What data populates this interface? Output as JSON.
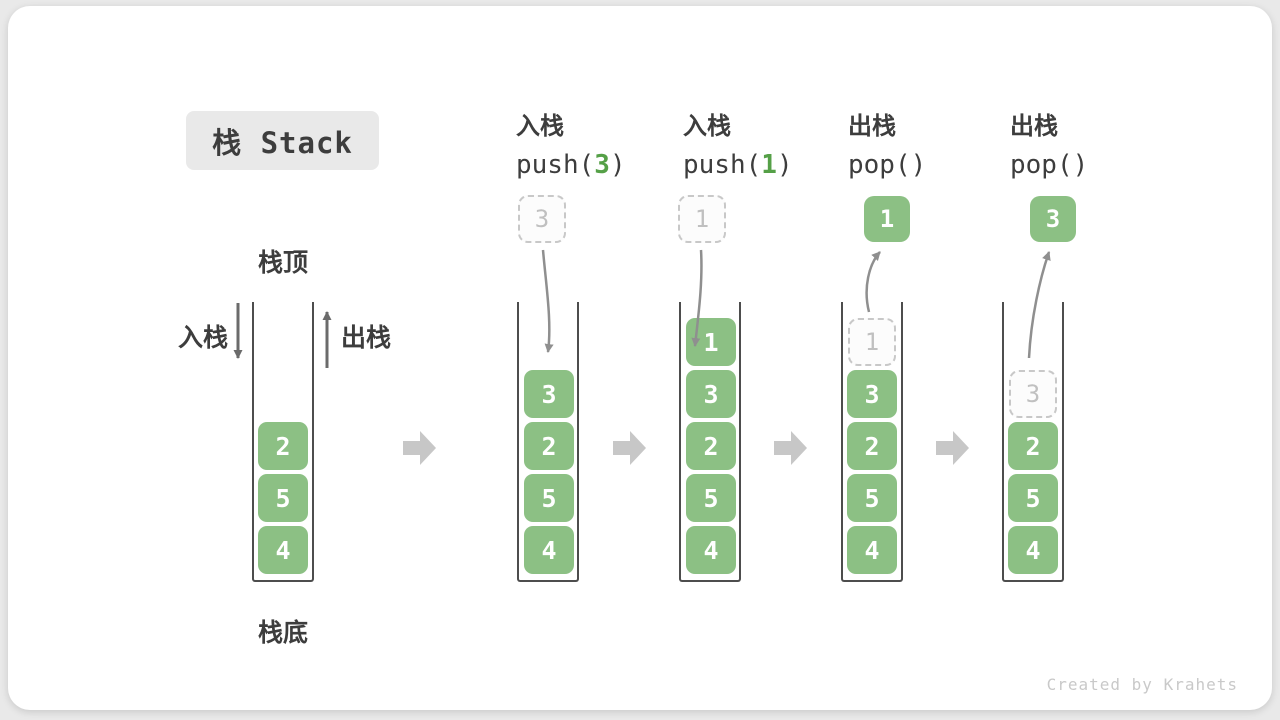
{
  "colors": {
    "green": "#8cc084",
    "green-dark": "#55a047",
    "ink": "#3d3d3d",
    "wall": "#4d4d4d",
    "arrow-dark": "#6b6b6b",
    "arrow-gray": "#8f8f8f",
    "big-arrow": "#c7c7c7",
    "ghost-border": "#c8c8c8",
    "ghost-text": "#c0c0c0",
    "title-bg": "#e9e9e9",
    "watermark": "#c9c9c9"
  },
  "title": "栈 Stack",
  "labels": {
    "stack_top": "栈顶",
    "stack_bottom": "栈底",
    "push_side": "入栈",
    "pop_side": "出栈"
  },
  "watermark": "Created by Krahets",
  "operations": [
    {
      "zh": "入栈",
      "pre": "push(",
      "arg": "3",
      "post": ")"
    },
    {
      "zh": "入栈",
      "pre": "push(",
      "arg": "1",
      "post": ")"
    },
    {
      "zh": "出栈",
      "pre": "pop(",
      "arg": "",
      "post": ")"
    },
    {
      "zh": "出栈",
      "pre": "pop(",
      "arg": "",
      "post": ")"
    }
  ],
  "stacks": [
    {
      "cells": [
        "2",
        "5",
        "4"
      ]
    },
    {
      "incoming": "3",
      "cells": [
        "3",
        "2",
        "5",
        "4"
      ]
    },
    {
      "incoming": "1",
      "cells": [
        "1",
        "3",
        "2",
        "5",
        "4"
      ]
    },
    {
      "popped": "1",
      "ghost": "1",
      "cells": [
        "3",
        "2",
        "5",
        "4"
      ]
    },
    {
      "popped": "3",
      "ghost": "3",
      "cells": [
        "2",
        "5",
        "4"
      ]
    }
  ]
}
